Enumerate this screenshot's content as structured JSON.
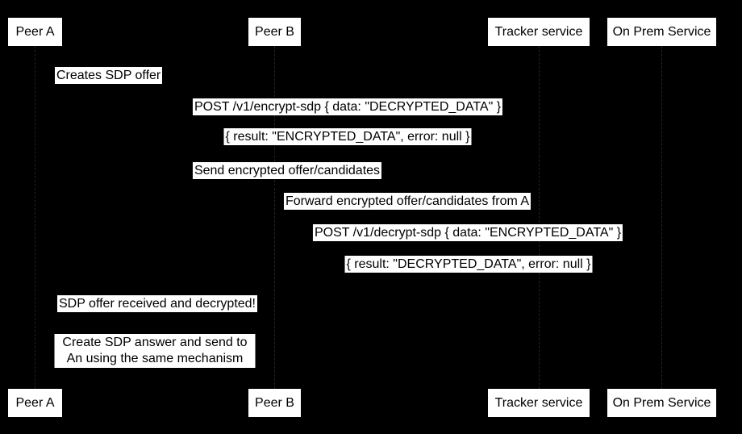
{
  "diagram": {
    "type": "sequence-diagram",
    "background_color": "#000000",
    "box_fill_color": "#ffffff",
    "text_color": "#000000",
    "lifeline_color": "#242424"
  },
  "actors": [
    {
      "id": "peer-a",
      "label": "Peer A"
    },
    {
      "id": "peer-b",
      "label": "Peer B"
    },
    {
      "id": "tracker",
      "label": "Tracker service"
    },
    {
      "id": "onprem",
      "label": "On Prem Service"
    }
  ],
  "messages": [
    {
      "from": "peer-a",
      "to": "peer-a",
      "kind": "self",
      "label": "Creates SDP offer"
    },
    {
      "from": "peer-a",
      "to": "onprem",
      "kind": "solid",
      "label": "POST /v1/encrypt-sdp { data: \"DECRYPTED_DATA\" }"
    },
    {
      "from": "onprem",
      "to": "peer-a",
      "kind": "reply",
      "label": "{ result: \"ENCRYPTED_DATA\", error: null }"
    },
    {
      "from": "peer-a",
      "to": "tracker",
      "kind": "solid",
      "label": "Send encrypted offer/candidates"
    },
    {
      "from": "tracker",
      "to": "peer-b",
      "kind": "solid",
      "label": "Forward encrypted offer/candidates from A"
    },
    {
      "from": "peer-b",
      "to": "onprem",
      "kind": "solid",
      "label": "POST /v1/decrypt-sdp { data: \"ENCRYPTED_DATA\" }"
    },
    {
      "from": "onprem",
      "to": "peer-b",
      "kind": "reply",
      "label": "{ result: \"DECRYPTED_DATA\", error: null }"
    },
    {
      "from": "peer-b",
      "to": "peer-a",
      "kind": "solid",
      "label": "SDP offer received and decrypted!"
    },
    {
      "from": "peer-b",
      "to": "peer-a",
      "kind": "solid",
      "label": "Create SDP answer and send to An using the same mechanism"
    }
  ]
}
